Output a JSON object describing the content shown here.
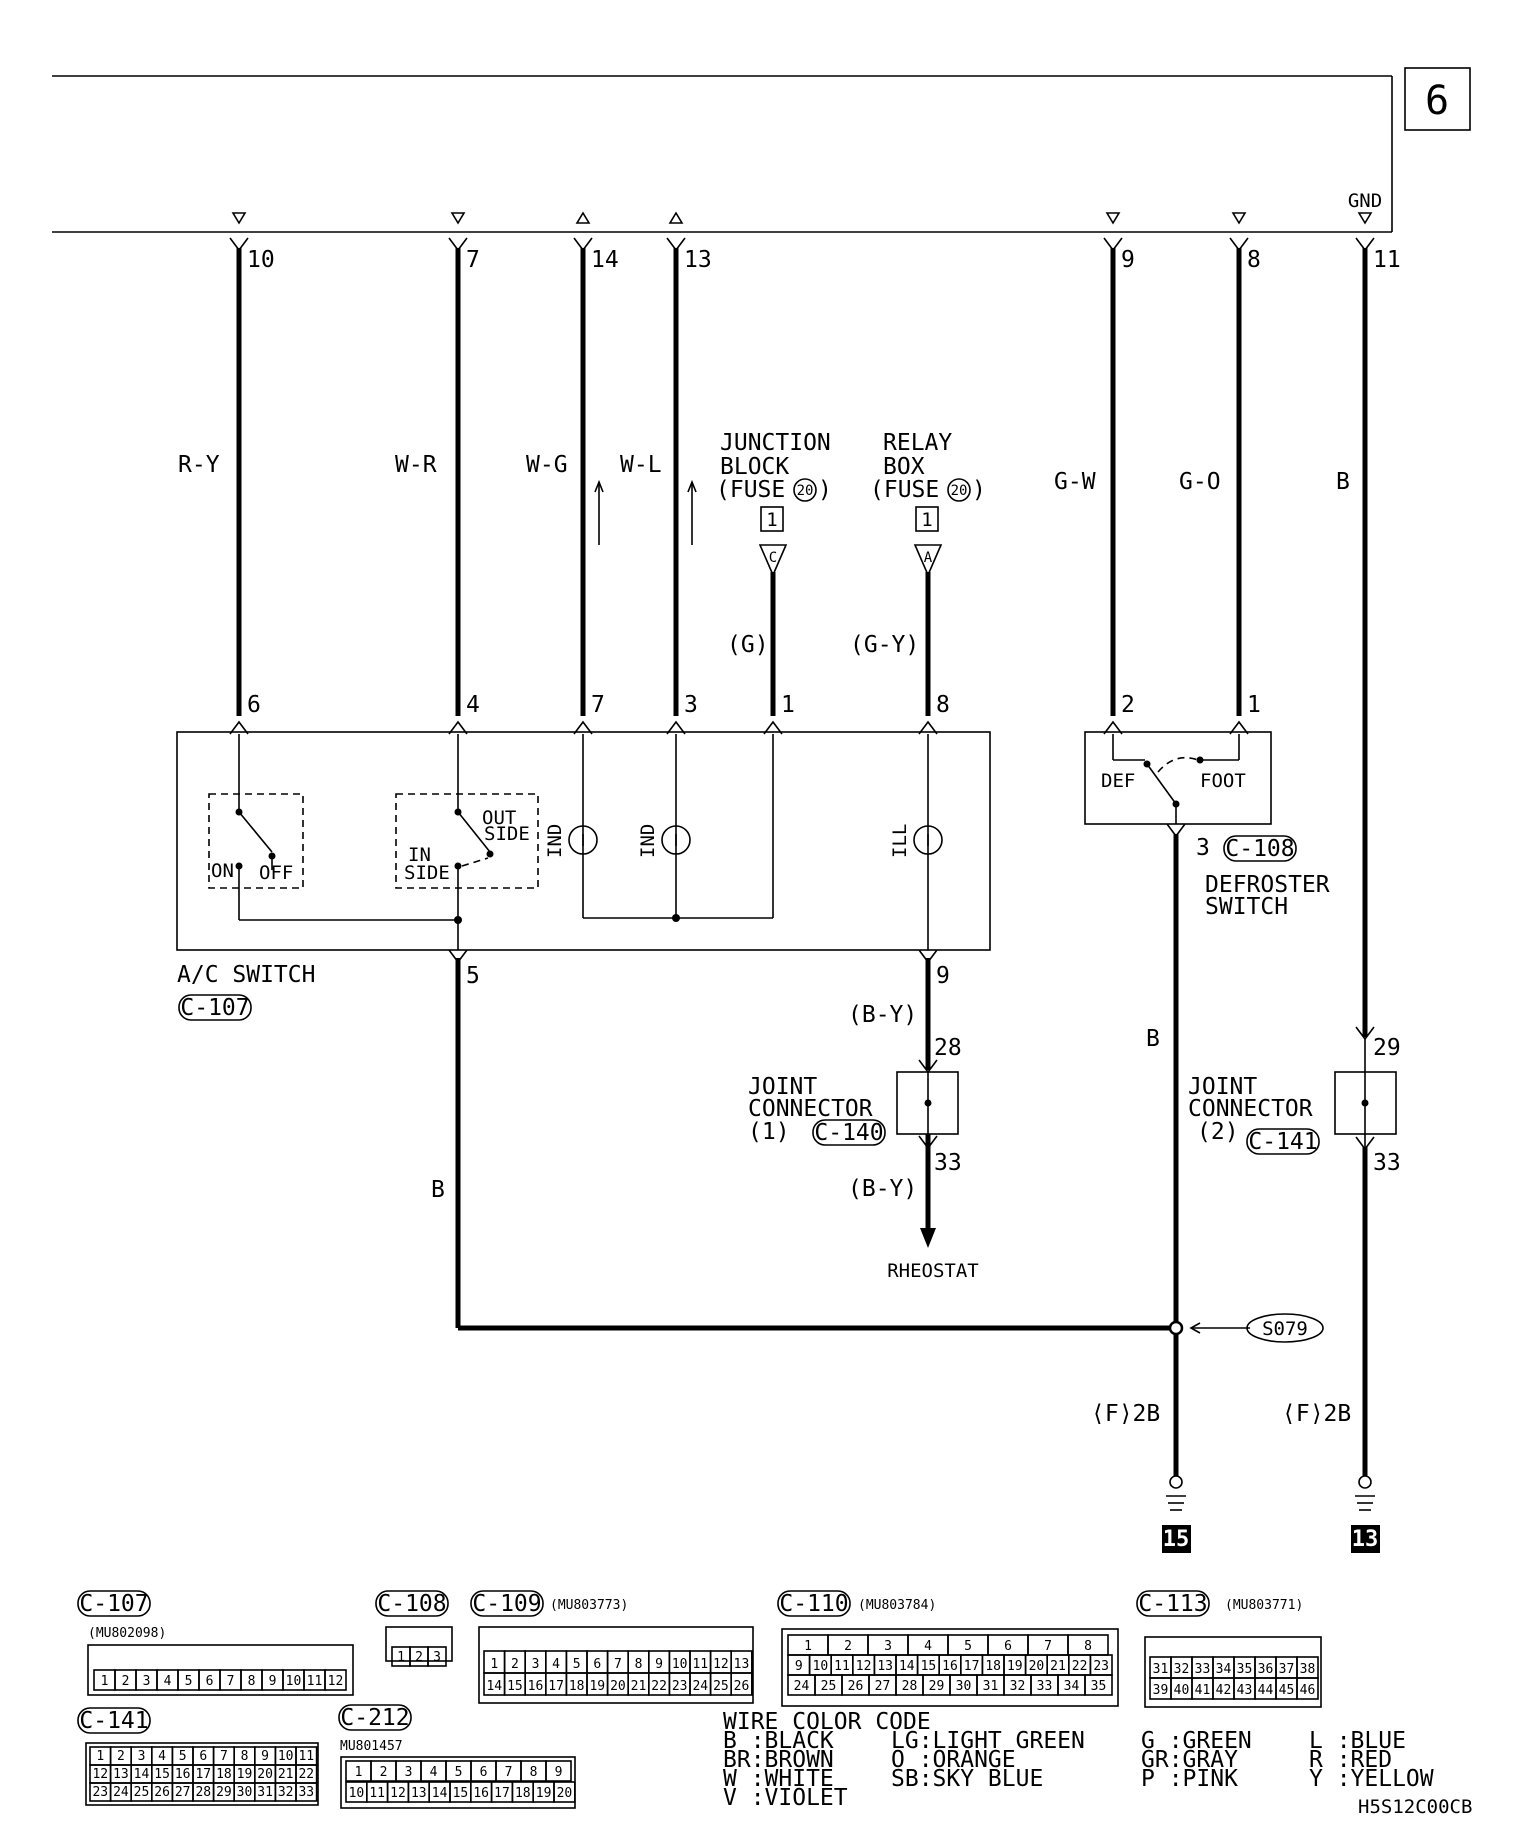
{
  "page": {
    "number": "6",
    "code": "H5S12C00CB"
  },
  "top_pins": [
    {
      "pin": "10",
      "dir": "down",
      "label": null
    },
    {
      "pin": "7",
      "dir": "down",
      "label": null
    },
    {
      "pin": "14",
      "dir": "up",
      "label": null
    },
    {
      "pin": "13",
      "dir": "up",
      "label": null
    },
    {
      "pin": "9",
      "dir": "down",
      "label": null
    },
    {
      "pin": "8",
      "dir": "down",
      "label": null
    },
    {
      "pin": "11",
      "dir": "down",
      "label": "GND"
    }
  ],
  "wires": {
    "ry": "R-Y",
    "wr": "W-R",
    "wg": "W-G",
    "wl": "W-L",
    "gw": "G-W",
    "go": "G-O",
    "b": "B",
    "g": "(G)",
    "gy": "(G-Y)",
    "by1": "(B-Y)",
    "by2": "(B-Y)",
    "b_left": "B",
    "b_mid": "B"
  },
  "junction_block": {
    "line1": "JUNCTION",
    "line2": "BLOCK",
    "line3": "(FUSE",
    "fuse": "20",
    "close": ")",
    "num": "1",
    "terminal": "C"
  },
  "relay_box": {
    "line1": "RELAY",
    "line2": "BOX",
    "line3": "(FUSE",
    "fuse": "20",
    "close": ")",
    "num": "1",
    "terminal": "A"
  },
  "ac_switch": {
    "name": "A/C SWITCH",
    "connector": "C-107",
    "pins": [
      "6",
      "4",
      "7",
      "3",
      "1",
      "8"
    ],
    "bottom_pins": [
      "5",
      "9"
    ],
    "on": "ON",
    "off": "OFF",
    "out": "OUT",
    "side": "SIDE",
    "in": "IN",
    "inside": "SIDE",
    "ind1": "IND",
    "ind2": "IND",
    "ill": "ILL"
  },
  "defroster": {
    "name1": "DEFROSTER",
    "name2": "SWITCH",
    "connector": "C-108",
    "def": "DEF",
    "foot": "FOOT",
    "pins": [
      "2",
      "1"
    ],
    "bottom_pin": "3"
  },
  "joint1": {
    "line1": "JOINT",
    "line2": "CONNECTOR",
    "line3": "(1)",
    "connector": "C-140",
    "pin_top": "28",
    "pin_bottom": "33",
    "rheostat": "RHEOSTAT"
  },
  "joint2": {
    "line1": "JOINT",
    "line2": "CONNECTOR",
    "line3": "(2)",
    "connector": "C-141",
    "pin_top": "29",
    "pin_bottom": "33"
  },
  "splice": "S079",
  "grounds": [
    {
      "label": "⟨F⟩2B",
      "num": "15"
    },
    {
      "label": "⟨F⟩2B",
      "num": "13"
    }
  ],
  "connectors": {
    "c107": {
      "name": "C-107",
      "part": "(MU802098)",
      "pins": [
        "1",
        "2",
        "3",
        "4",
        "5",
        "6",
        "7",
        "8",
        "9",
        "10",
        "11",
        "12"
      ]
    },
    "c108": {
      "name": "C-108",
      "pins": [
        "1",
        "2",
        "3"
      ]
    },
    "c109": {
      "name": "C-109",
      "part": "(MU803773)",
      "row1": [
        "1",
        "2",
        "3",
        "4",
        "5",
        "6",
        "7",
        "8",
        "9",
        "10",
        "11",
        "12",
        "13"
      ],
      "row2": [
        "14",
        "15",
        "16",
        "17",
        "18",
        "19",
        "20",
        "21",
        "22",
        "23",
        "24",
        "25",
        "26"
      ]
    },
    "c110": {
      "name": "C-110",
      "part": "(MU803784)",
      "row1": [
        "1",
        "2",
        "3",
        "4",
        "5",
        "6",
        "7",
        "8"
      ],
      "row2": [
        "9",
        "10",
        "11",
        "12",
        "13",
        "14",
        "15",
        "16",
        "17",
        "18",
        "19",
        "20",
        "21",
        "22",
        "23"
      ],
      "row3": [
        "24",
        "25",
        "26",
        "27",
        "28",
        "29",
        "30",
        "31",
        "32",
        "33",
        "34",
        "35"
      ]
    },
    "c113": {
      "name": "C-113",
      "part": "(MU803771)",
      "row1": [
        "31",
        "32",
        "33",
        "34",
        "35",
        "36",
        "37",
        "38"
      ],
      "row2": [
        "39",
        "40",
        "41",
        "42",
        "43",
        "44",
        "45",
        "46"
      ]
    },
    "c141": {
      "name": "C-141",
      "row1": [
        "1",
        "2",
        "3",
        "4",
        "5",
        "6",
        "7",
        "8",
        "9",
        "10",
        "11"
      ],
      "row2": [
        "12",
        "13",
        "14",
        "15",
        "16",
        "17",
        "18",
        "19",
        "20",
        "21",
        "22"
      ],
      "row3": [
        "23",
        "24",
        "25",
        "26",
        "27",
        "28",
        "29",
        "30",
        "31",
        "32",
        "33"
      ]
    },
    "c212": {
      "name": "C-212",
      "part": "MU801457",
      "row1": [
        "1",
        "2",
        "3",
        "4",
        "5",
        "6",
        "7",
        "8",
        "9"
      ],
      "row2": [
        "10",
        "11",
        "12",
        "13",
        "14",
        "15",
        "16",
        "17",
        "18",
        "19",
        "20"
      ]
    }
  },
  "wire_color_code": {
    "title": "WIRE COLOR CODE",
    "entries": [
      "B :BLACK",
      "BR:BROWN",
      "W :WHITE",
      "V :VIOLET",
      "LG:LIGHT GREEN",
      "O :ORANGE",
      "SB:SKY BLUE",
      "G :GREEN",
      "GR:GRAY",
      "P :PINK",
      "L :BLUE",
      "R :RED",
      "Y :YELLOW"
    ]
  }
}
